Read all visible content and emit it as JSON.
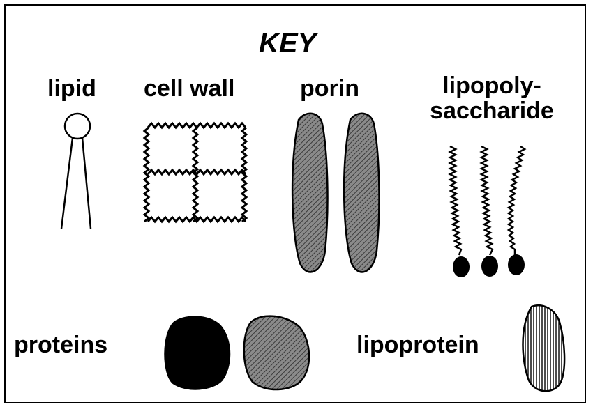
{
  "key": {
    "title": "KEY",
    "items": {
      "lipid": "lipid",
      "cell_wall": "cell wall",
      "porin": "porin",
      "lps_line1": "lipopoly-",
      "lps_line2": "saccharide",
      "proteins": "proteins",
      "lipoprotein": "lipoprotein"
    }
  },
  "colors": {
    "outline": "#000000",
    "background": "#ffffff",
    "porin_fill": "#6e6e6e",
    "protein_solid": "#000000",
    "protein_hatched": "#6e6e6e",
    "lipoprotein_stripe": "#000000"
  }
}
